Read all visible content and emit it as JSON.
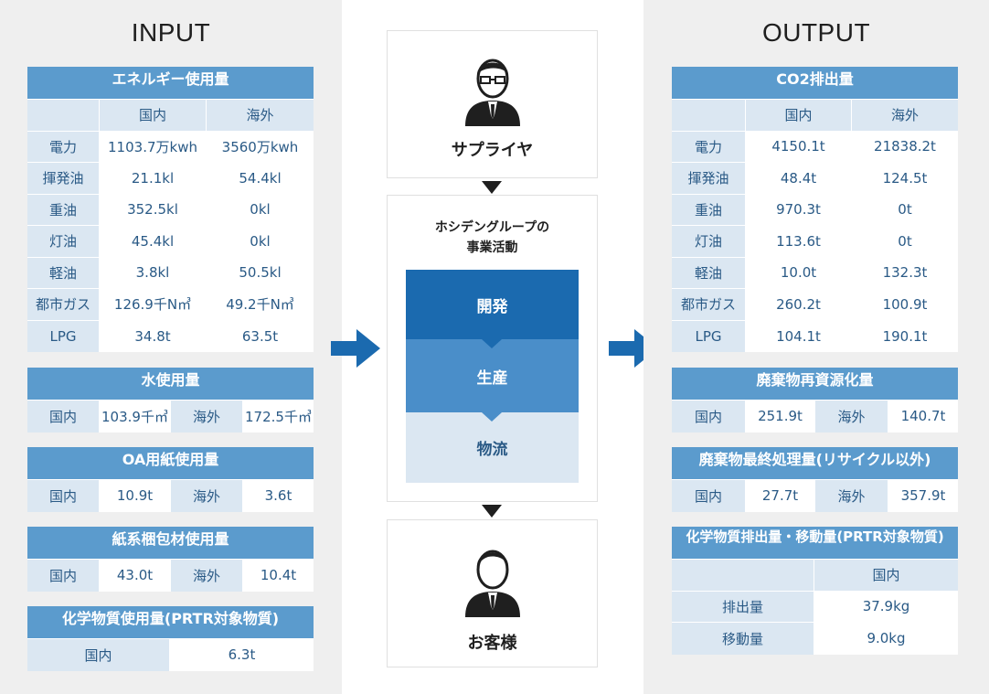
{
  "input": {
    "title": "INPUT",
    "energy": {
      "title": "エネルギー使用量",
      "col_domestic": "国内",
      "col_overseas": "海外",
      "rows": [
        {
          "label": "電力",
          "domestic": "1103.7万kwh",
          "overseas": "3560万kwh"
        },
        {
          "label": "揮発油",
          "domestic": "21.1kl",
          "overseas": "54.4kl"
        },
        {
          "label": "重油",
          "domestic": "352.5kl",
          "overseas": "0kl"
        },
        {
          "label": "灯油",
          "domestic": "45.4kl",
          "overseas": "0kl"
        },
        {
          "label": "軽油",
          "domestic": "3.8kl",
          "overseas": "50.5kl"
        },
        {
          "label": "都市ガス",
          "domestic": "126.9千N㎥",
          "overseas": "49.2千N㎥"
        },
        {
          "label": "LPG",
          "domestic": "34.8t",
          "overseas": "63.5t"
        }
      ]
    },
    "water": {
      "title": "水使用量",
      "domestic_label": "国内",
      "domestic": "103.9千㎥",
      "overseas_label": "海外",
      "overseas": "172.5千㎥"
    },
    "paper": {
      "title": "OA用紙使用量",
      "domestic_label": "国内",
      "domestic": "10.9t",
      "overseas_label": "海外",
      "overseas": "3.6t"
    },
    "packaging": {
      "title": "紙系梱包材使用量",
      "domestic_label": "国内",
      "domestic": "43.0t",
      "overseas_label": "海外",
      "overseas": "10.4t"
    },
    "chemical": {
      "title": "化学物質使用量(PRTR対象物質)",
      "domestic_label": "国内",
      "domestic": "6.3t"
    }
  },
  "center": {
    "supplier": "サプライヤ",
    "group_title_line1": "ホシデングループの",
    "group_title_line2": "事業活動",
    "steps": [
      "開発",
      "生産",
      "物流"
    ],
    "customer": "お客様",
    "colors": {
      "dev": "#1b6aaf",
      "prod": "#4a8ec9",
      "logi": "#dbe7f2"
    }
  },
  "output": {
    "title": "OUTPUT",
    "co2": {
      "title": "CO2排出量",
      "col_domestic": "国内",
      "col_overseas": "海外",
      "rows": [
        {
          "label": "電力",
          "domestic": "4150.1t",
          "overseas": "21838.2t"
        },
        {
          "label": "揮発油",
          "domestic": "48.4t",
          "overseas": "124.5t"
        },
        {
          "label": "重油",
          "domestic": "970.3t",
          "overseas": "0t"
        },
        {
          "label": "灯油",
          "domestic": "113.6t",
          "overseas": "0t"
        },
        {
          "label": "軽油",
          "domestic": "10.0t",
          "overseas": "132.3t"
        },
        {
          "label": "都市ガス",
          "domestic": "260.2t",
          "overseas": "100.9t"
        },
        {
          "label": "LPG",
          "domestic": "104.1t",
          "overseas": "190.1t"
        }
      ]
    },
    "recycle": {
      "title": "廃棄物再資源化量",
      "domestic_label": "国内",
      "domestic": "251.9t",
      "overseas_label": "海外",
      "overseas": "140.7t"
    },
    "final_disposal": {
      "title": "廃棄物最終処理量(リサイクル以外)",
      "domestic_label": "国内",
      "domestic": "27.7t",
      "overseas_label": "海外",
      "overseas": "357.9t"
    },
    "chem_release": {
      "title": "化学物質排出量・移動量(PRTR対象物質)",
      "col_domestic": "国内",
      "rows": [
        {
          "label": "排出量",
          "value": "37.9kg"
        },
        {
          "label": "移動量",
          "value": "9.0kg"
        }
      ]
    }
  },
  "colors": {
    "header_blue": "#5b9bcd",
    "label_bg": "#dbe7f2",
    "text_blue": "#2a5a86",
    "arrow_blue": "#1b6aaf",
    "panel_gray": "#efefef"
  },
  "icons": [
    "person-with-glasses-icon",
    "person-icon",
    "arrow-right-icon",
    "triangle-down-icon"
  ]
}
